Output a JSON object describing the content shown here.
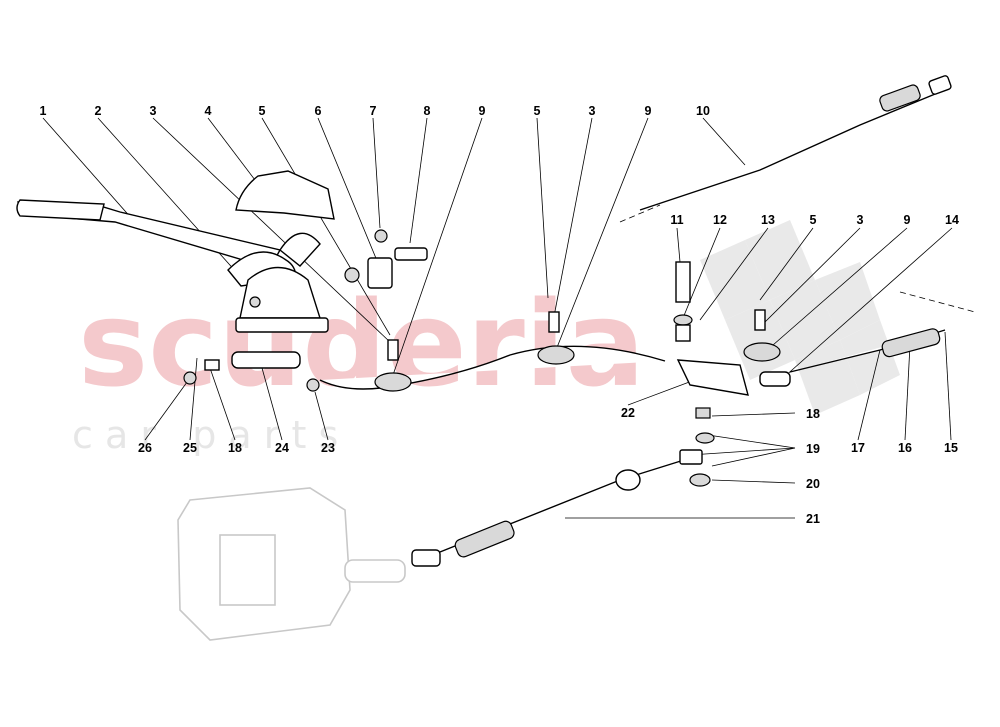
{
  "watermark": {
    "main": "scuderia",
    "sub": "c a r   p a r t s"
  },
  "callouts": [
    {
      "id": "c1",
      "text": "1"
    },
    {
      "id": "c2",
      "text": "2"
    },
    {
      "id": "c3",
      "text": "3"
    },
    {
      "id": "c4",
      "text": "4"
    },
    {
      "id": "c5",
      "text": "5"
    },
    {
      "id": "c6",
      "text": "6"
    },
    {
      "id": "c7",
      "text": "7"
    },
    {
      "id": "c8",
      "text": "8"
    },
    {
      "id": "c9",
      "text": "9"
    },
    {
      "id": "c5b",
      "text": "5"
    },
    {
      "id": "c3b",
      "text": "3"
    },
    {
      "id": "c9b",
      "text": "9"
    },
    {
      "id": "c10",
      "text": "10"
    },
    {
      "id": "c11",
      "text": "11"
    },
    {
      "id": "c12",
      "text": "12"
    },
    {
      "id": "c13",
      "text": "13"
    },
    {
      "id": "c5c",
      "text": "5"
    },
    {
      "id": "c3c",
      "text": "3"
    },
    {
      "id": "c9c",
      "text": "9"
    },
    {
      "id": "c14",
      "text": "14"
    },
    {
      "id": "c26",
      "text": "26"
    },
    {
      "id": "c25",
      "text": "25"
    },
    {
      "id": "c18",
      "text": "18"
    },
    {
      "id": "c24",
      "text": "24"
    },
    {
      "id": "c23",
      "text": "23"
    },
    {
      "id": "c22",
      "text": "22"
    },
    {
      "id": "c18b",
      "text": "18"
    },
    {
      "id": "c19",
      "text": "19"
    },
    {
      "id": "c20",
      "text": "20"
    },
    {
      "id": "c21",
      "text": "21"
    },
    {
      "id": "c17",
      "text": "17"
    },
    {
      "id": "c16",
      "text": "16"
    },
    {
      "id": "c15",
      "text": "15"
    }
  ]
}
